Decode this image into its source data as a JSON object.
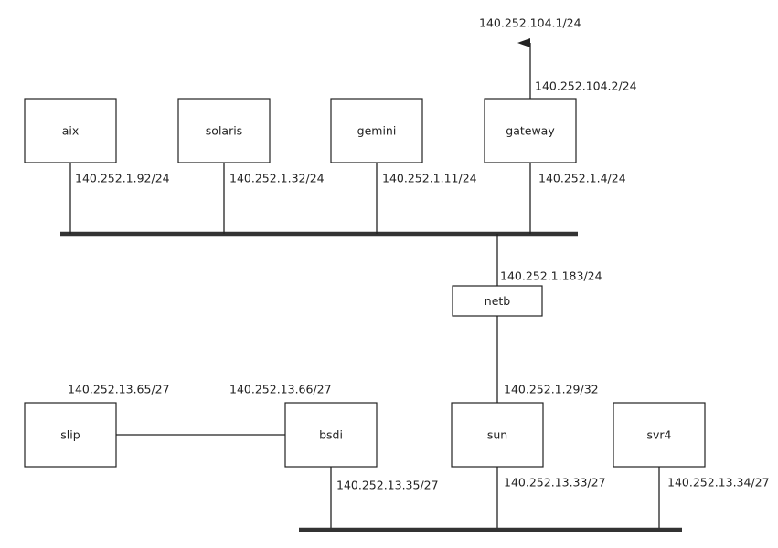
{
  "nodes": {
    "aix": "aix",
    "solaris": "solaris",
    "gemini": "gemini",
    "gateway": "gateway",
    "netb": "netb",
    "slip": "slip",
    "bsdi": "bsdi",
    "sun": "sun",
    "svr4": "svr4"
  },
  "addresses": {
    "upstream": "140.252.104.1/24",
    "gateway_ext": "140.252.104.2/24",
    "aix": "140.252.1.92/24",
    "solaris": "140.252.1.32/24",
    "gemini": "140.252.1.11/24",
    "gateway_int": "140.252.1.4/24",
    "netb": "140.252.1.183/24",
    "sun_ppp": "140.252.1.29/32",
    "slip": "140.252.13.65/27",
    "bsdi_slip": "140.252.13.66/27",
    "bsdi": "140.252.13.35/27",
    "sun": "140.252.13.33/27",
    "svr4": "140.252.13.34/27"
  }
}
